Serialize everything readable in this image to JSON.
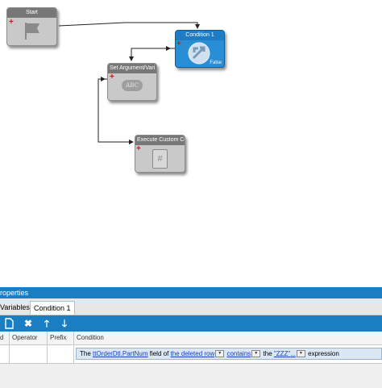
{
  "nodes": {
    "start": {
      "title": "Start",
      "icon": "flag-icon"
    },
    "condition": {
      "title": "Condition 1",
      "icon": "condition-arrows-icon",
      "false_label": "False"
    },
    "set_argument": {
      "title": "Set Argument/Vari",
      "icon_text": "ABC"
    },
    "execute_custom": {
      "title": "Execute Custom Co",
      "icon": "code-file-icon",
      "icon_text": "#"
    }
  },
  "properties": {
    "header": "roperties",
    "tabs": [
      {
        "label": "Variables",
        "active": false
      },
      {
        "label": "Condition 1",
        "active": true
      }
    ],
    "toolbar": [
      "new-icon",
      "delete-icon",
      "move-up-icon",
      "move-down-icon"
    ],
    "columns": [
      "d",
      "Operator",
      "Prefix",
      "Condition"
    ],
    "row": {
      "prefix_text": "The",
      "field_link": "ttOrderDtl.PartNum",
      "field_text": "field of",
      "source_link": "the deleted row",
      "operator_link": "contains",
      "the_text": "the",
      "value_link": "\"ZZZ\"",
      "expression_text": "expression"
    }
  },
  "colors": {
    "accent_blue": "#1c7ec2",
    "node_gray": "#c9c9c9",
    "node_blue": "#2a8ed7",
    "plus_red": "#e01010"
  }
}
